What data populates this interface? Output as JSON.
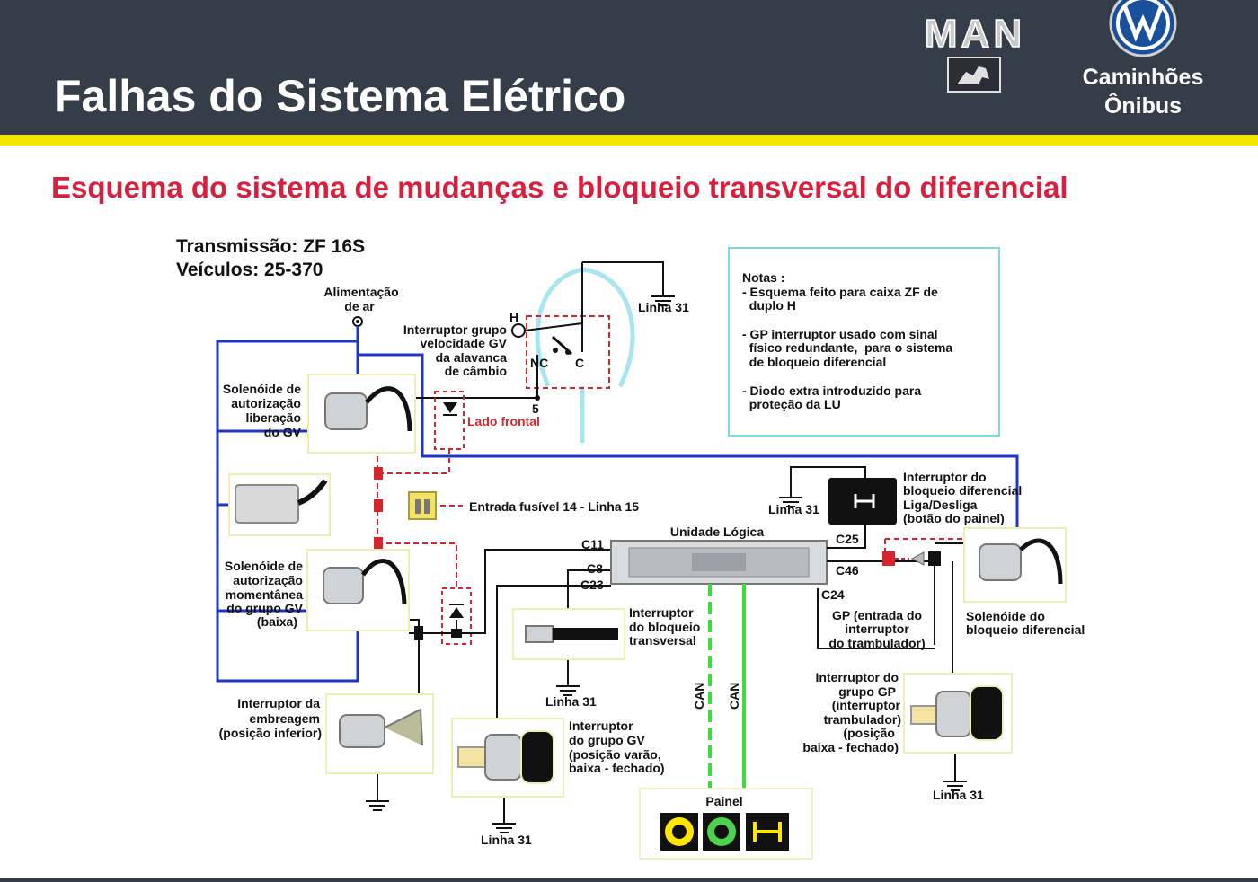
{
  "header": {
    "title": "Falhas do Sistema Elétrico",
    "brand_man": "MAN",
    "brand_line1": "Caminhões",
    "brand_line2": "Ônibus"
  },
  "subtitle": "Esquema do sistema de mudanças e bloqueio transversal do diferencial",
  "colors": {
    "header_bg": "#353e48",
    "accent_bar": "#f2e600",
    "subtitle": "#d81f3d",
    "wire_blue": "#1f35c4",
    "wire_red_dashed": "#d4262c",
    "can_green": "#3ddc3d",
    "notes_border": "#7fd8e0"
  },
  "diagram": {
    "transmission": "Transmissão: ZF 16S",
    "vehicles": "Veículos: 25-370",
    "air_supply": [
      "Alimentação",
      "de ar"
    ],
    "gv_switch_label": [
      "Interruptor grupo",
      "velocidade GV",
      "da alavanca",
      "de câmbio"
    ],
    "pin_h": "H",
    "pin_nc": "NC",
    "pin_c": "C",
    "pin_5": "5",
    "front_side": "Lado frontal",
    "ground_top": "Linha 31",
    "notes": {
      "title": "Notas :",
      "lines": [
        "- Esquema feito para caixa ZF de",
        "  duplo H",
        "- GP interruptor usado com sinal",
        "  físico redundante,  para o sistema",
        "  de bloqueio diferencial",
        "- Diodo extra introduzido para",
        "  proteção da LU"
      ]
    },
    "solenoid_release_gv": [
      "Solenóide de",
      "autorização",
      "liberação",
      "do GV"
    ],
    "solenoid_momentary_gv": [
      "Solenóide de",
      "autorização",
      "momentânea",
      "do grupo GV",
      "(baixa)"
    ],
    "fuse_entry": "Entrada fusível 14 - Linha 15",
    "logic_unit": "Unidade Lógica",
    "connectors": {
      "c11": "C11",
      "c8": "C8",
      "c23": "C23",
      "c25": "C25",
      "c46": "C46",
      "c24": "C24"
    },
    "diff_lock_switch_label": [
      "Interruptor do",
      "bloqueio diferencial",
      "Liga/Desliga",
      "(botão do painel)"
    ],
    "ground_diff_switch": "Linha 31",
    "transverse_lock_switch": [
      "Interruptor",
      "do bloqueio",
      "transversal"
    ],
    "ground_transverse": "Linha 31",
    "gp_entry": [
      "GP (entrada do",
      "interruptor",
      "do trambulador)"
    ],
    "solenoid_diff_lock": [
      "Solenóide do",
      "bloqueio diferencial"
    ],
    "gp_switch": [
      "Interruptor do",
      "grupo GP",
      "(interruptor",
      "trambulador)",
      "(posição",
      "baixa - fechado)"
    ],
    "ground_gp": "Linha 31",
    "clutch_switch": [
      "Interruptor da",
      "embreagem",
      "(posição inferior)"
    ],
    "gv_group_switch": [
      "Interruptor",
      "do grupo GV",
      "(posição varão,",
      "baixa - fechado)"
    ],
    "ground_gv_group": "Linha 31",
    "can_1": "CAN",
    "can_2": "CAN",
    "panel": "Painel"
  }
}
